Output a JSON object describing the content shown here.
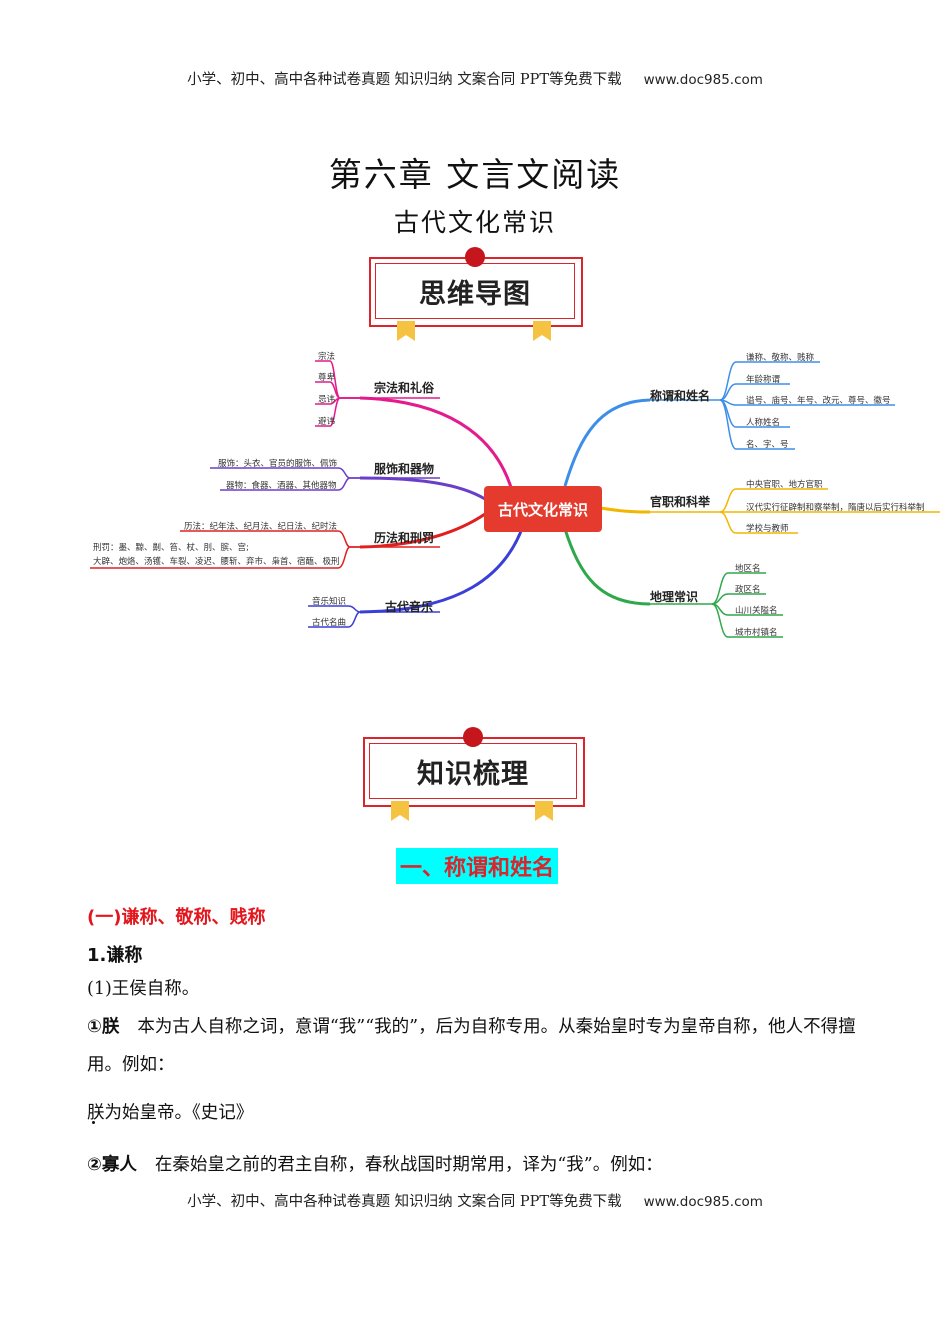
{
  "header": {
    "text": "小学、初中、高中各种试卷真题  知识归纳  文案合同  PPT等免费下载",
    "site": "www.doc985.com"
  },
  "footer": {
    "text": "小学、初中、高中各种试卷真题  知识归纳  文案合同  PPT等免费下载",
    "site": "www.doc985.com"
  },
  "title": "第六章  文言文阅读",
  "subtitle": "古代文化常识",
  "banner1": "思维导图",
  "banner2": "知识梳理",
  "mindmap": {
    "center": "古代文化常识",
    "branches": [
      {
        "label": "宗法和礼俗",
        "color": "#e31b8c",
        "leaves": [
          "宗法",
          "尊卑",
          "忌讳",
          "避讳"
        ]
      },
      {
        "label": "服饰和器物",
        "color": "#6a3fc8",
        "leaves": [
          "服饰：头衣、官员的服饰、佩饰",
          "器物：食器、酒器、其他器物"
        ]
      },
      {
        "label": "历法和刑罚",
        "color": "#e02020",
        "leaves": [
          "历法：纪年法、纪月法、纪日法、纪时法",
          "刑罚：墨、黥、劓、笞、杖、刖、膑、宫;",
          "大辟、炮烙、汤镬、车裂、凌迟、腰斩、弃市、枭首、宿醢、极刑"
        ]
      },
      {
        "label": "古代音乐",
        "color": "#3a3fd8",
        "leaves": [
          "音乐知识",
          "古代名曲"
        ]
      },
      {
        "label": "称谓和姓名",
        "color": "#3d8ee8",
        "leaves": [
          "谦称、敬称、贱称",
          "年龄称谓",
          "谥号、庙号、年号、改元、尊号、徽号",
          "人称姓名",
          "名、字、号"
        ]
      },
      {
        "label": "官职和科举",
        "color": "#f2b600",
        "leaves": [
          "中央官职、地方官职",
          "汉代实行征辟制和察举制，隋唐以后实行科举制",
          "学校与教师"
        ]
      },
      {
        "label": "地理常识",
        "color": "#2fa84a",
        "leaves": [
          "地区名",
          "政区名",
          "山川关隘名",
          "城市村镇名"
        ]
      }
    ]
  },
  "section": "一、称谓和姓名",
  "sub1": "(一)谦称、敬称、贱称",
  "sub2": "1.谦称",
  "item1": "(1)王侯自称。",
  "p1_lead": "①朕",
  "p1_body": "本为古人自称之词，意谓“我”“我的”，后为自称专用。从秦始皇时专为皇帝自称，他人不得擅用。例如：",
  "ex1_word": "朕",
  "ex1_rest": "为始皇帝。《史记》",
  "p2_lead": "②寡人",
  "p2_body": "在秦始皇之前的君主自称，春秋战国时期常用，译为“我”。例如："
}
